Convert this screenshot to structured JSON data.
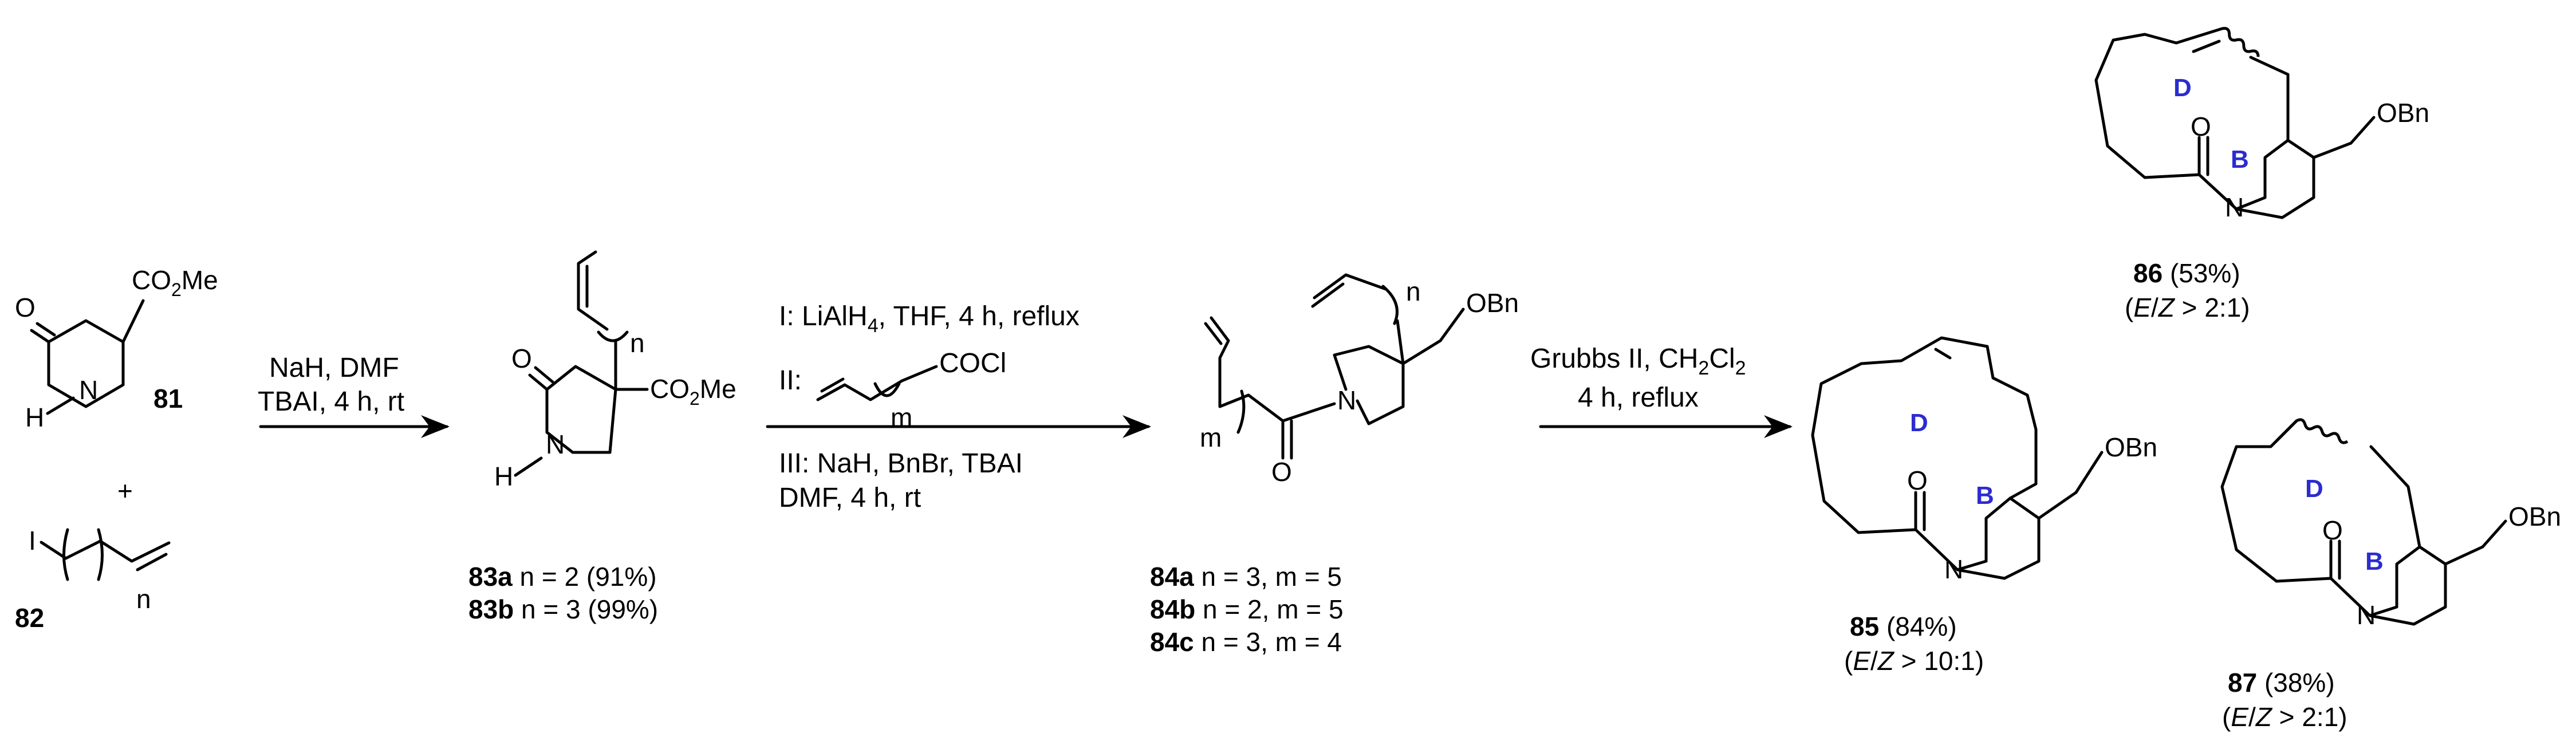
{
  "colors": {
    "ink": "#000000",
    "ring_label": "#2c2cd0",
    "background": "#ffffff"
  },
  "atoms": {
    "O": "O",
    "N": "N",
    "H": "H",
    "I": "I",
    "CO2Me_a": "CO",
    "CO2Me_b": "2",
    "CO2Me_c": "Me",
    "OBn": "OBn",
    "plus": "+",
    "n": "n",
    "m": "m"
  },
  "ring_labels": {
    "D": "D",
    "B": "B"
  },
  "compounds": {
    "c81": {
      "id": "81"
    },
    "c82": {
      "id": "82"
    },
    "c83a": {
      "id": "83a",
      "text": " n = 2 (91%)"
    },
    "c83b": {
      "id": "83b",
      "text": " n = 3 (99%)"
    },
    "c84a": {
      "id": "84a",
      "text": " n = 3, m = 5"
    },
    "c84b": {
      "id": "84b",
      "text": " n = 2, m = 5"
    },
    "c84c": {
      "id": "84c",
      "text": " n = 3, m = 4"
    },
    "c85": {
      "id": "85",
      "yield": " (84%)",
      "ratio_e": "E",
      "ratio_z": "Z",
      "ratio_open": "(",
      "ratio_slash": "/",
      "ratio_rest": " > 10:1)"
    },
    "c86": {
      "id": "86",
      "yield": " (53%)",
      "ratio_e": "E",
      "ratio_z": "Z",
      "ratio_open": "(",
      "ratio_slash": "/",
      "ratio_rest": " > 2:1)"
    },
    "c87": {
      "id": "87",
      "yield": " (38%)",
      "ratio_e": "E",
      "ratio_z": "Z",
      "ratio_open": "(",
      "ratio_slash": "/",
      "ratio_rest": " > 2:1)"
    }
  },
  "conditions": {
    "step1": {
      "line1": "NaH, DMF",
      "line2": "TBAI, 4 h, rt"
    },
    "step2": {
      "i_a": "I: LiAlH",
      "i_sub": "4",
      "i_b": ", THF, 4 h, reflux",
      "ii_label": "II:",
      "ii_acyl": "COCl",
      "iii_line1": "III: NaH, BnBr, TBAI",
      "iii_line2": "DMF, 4 h, rt"
    },
    "step3": {
      "line1_a": "Grubbs II, CH",
      "line1_sub": "2",
      "line1_b": "Cl",
      "line1_sub2": "2",
      "line2": "4 h, reflux"
    }
  }
}
